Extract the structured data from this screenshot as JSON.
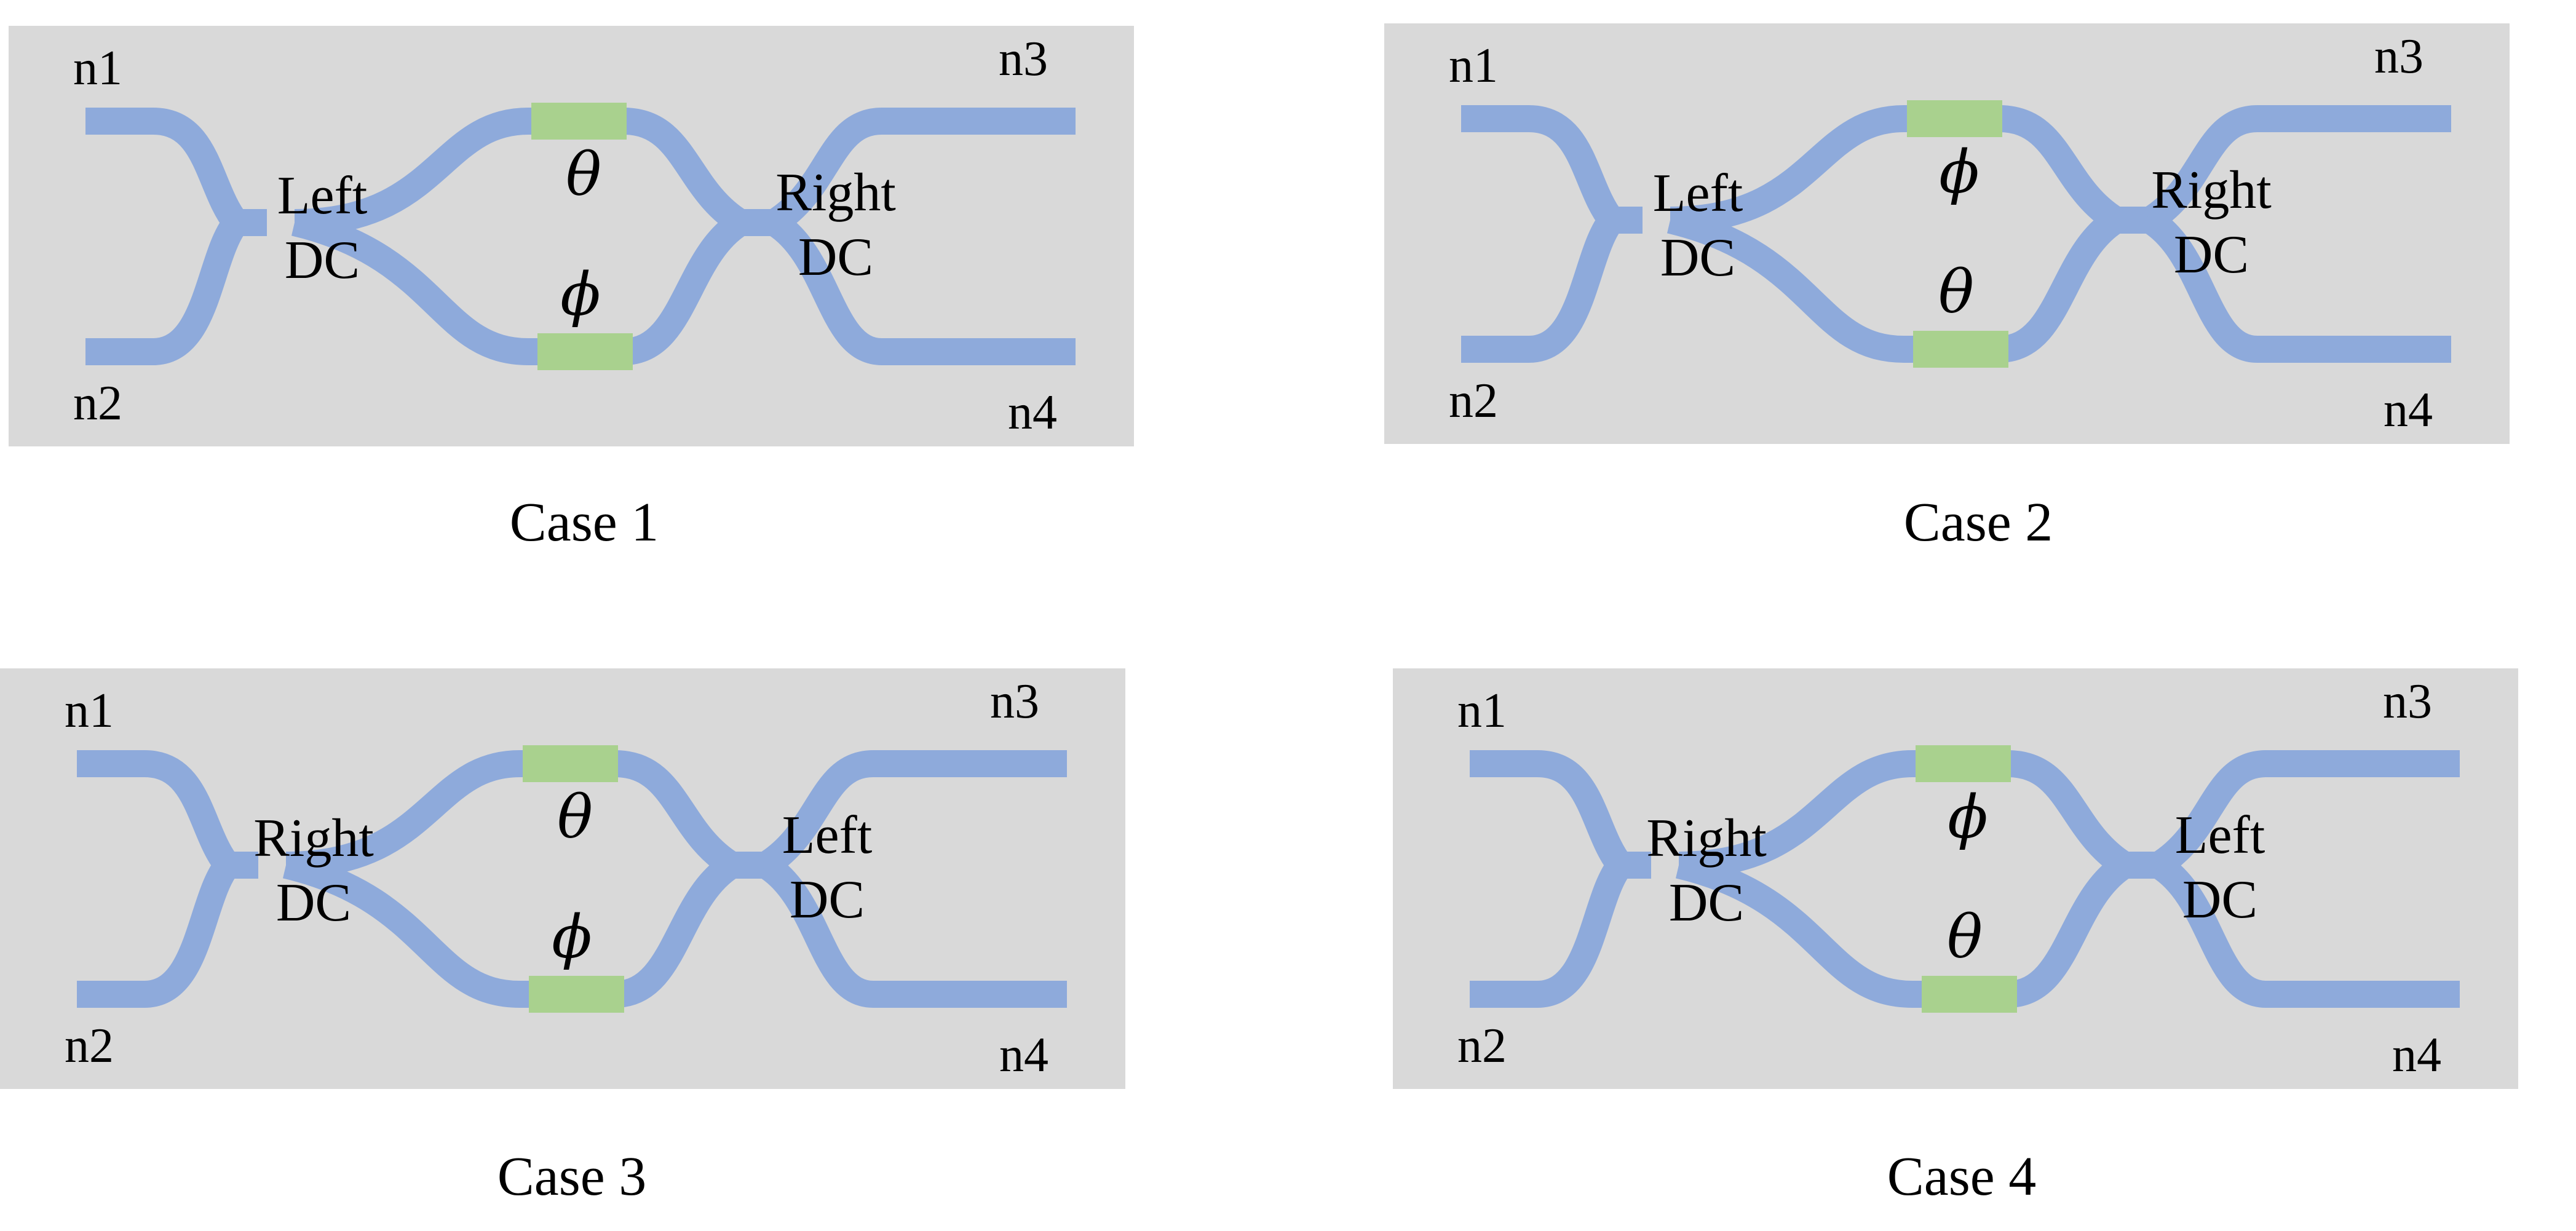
{
  "colors": {
    "background": "#d9d9d9",
    "waveguide": "#8eaadb",
    "phase_shifter": "#a9d18e"
  },
  "panels": [
    {
      "caption": "Case 1",
      "ports": {
        "tl": "n1",
        "bl": "n2",
        "tr": "n3",
        "br": "n4"
      },
      "left_coupler": [
        "Left",
        "DC"
      ],
      "right_coupler": [
        "Right",
        "DC"
      ],
      "top_phase": "θ",
      "bottom_phase": "ϕ"
    },
    {
      "caption": "Case 2",
      "ports": {
        "tl": "n1",
        "bl": "n2",
        "tr": "n3",
        "br": "n4"
      },
      "left_coupler": [
        "Left",
        "DC"
      ],
      "right_coupler": [
        "Right",
        "DC"
      ],
      "top_phase": "ϕ",
      "bottom_phase": "θ"
    },
    {
      "caption": "Case 3",
      "ports": {
        "tl": "n1",
        "bl": "n2",
        "tr": "n3",
        "br": "n4"
      },
      "left_coupler": [
        "Right",
        "DC"
      ],
      "right_coupler": [
        "Left",
        "DC"
      ],
      "top_phase": "θ",
      "bottom_phase": "ϕ"
    },
    {
      "caption": "Case 4",
      "ports": {
        "tl": "n1",
        "bl": "n2",
        "tr": "n3",
        "br": "n4"
      },
      "left_coupler": [
        "Right",
        "DC"
      ],
      "right_coupler": [
        "Left",
        "DC"
      ],
      "top_phase": "ϕ",
      "bottom_phase": "θ"
    }
  ]
}
